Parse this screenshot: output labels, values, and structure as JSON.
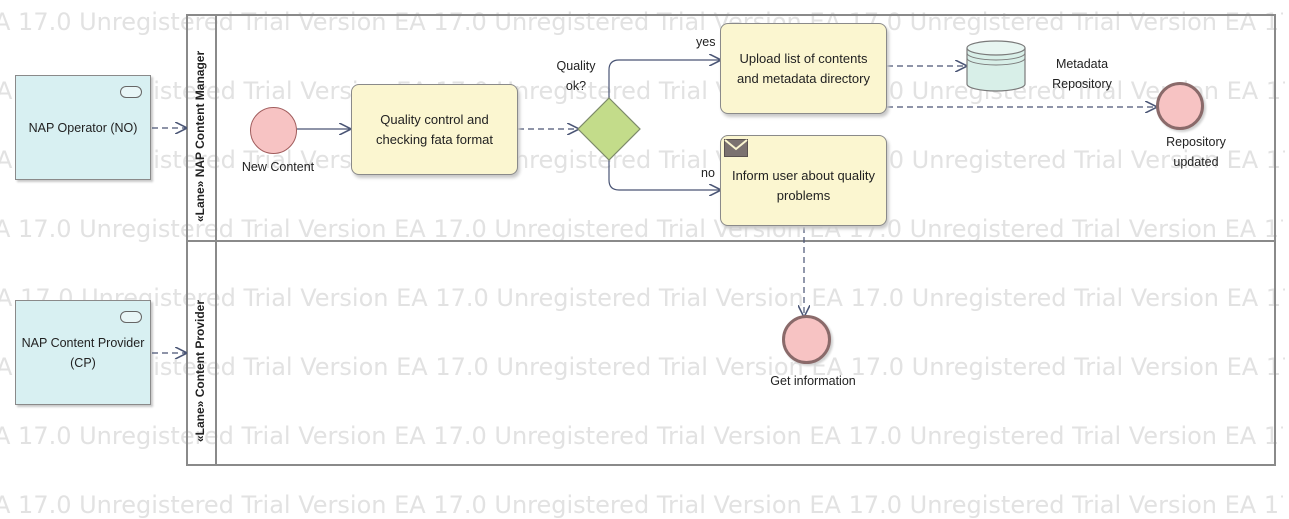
{
  "watermark": {
    "text": "A 17.0 Unregistered Trial Version EA 17.0 Unregistered Trial Version EA 17.0 Unregistered Trial Version EA 17."
  },
  "participants": {
    "operator": "NAP Operator (NO)",
    "provider": "NAP Content Provider (CP)"
  },
  "lanes": {
    "content_manager": "«Lane» NAP Content Manager",
    "content_provider": "«Lane» Content Provider"
  },
  "tasks": {
    "quality_control": "Quality control and checking fata format",
    "upload": "Upload list of contents and metadata directory",
    "inform_user": "Inform user about quality problems"
  },
  "gateway": {
    "label": "Quality ok?"
  },
  "flows": {
    "yes": "yes",
    "no": "no"
  },
  "events": {
    "new_content": "New Content",
    "repository_updated": "Repository updated",
    "get_information": "Get information"
  },
  "data_store": {
    "label": "Metadata Repository"
  },
  "colors": {
    "participant_fill": "#d8f0f2",
    "task_fill": "#fbf6d0",
    "gateway_fill": "#c3dc8a",
    "event_fill": "#f7c3c3",
    "datastore_fill": "#d8efe8",
    "line": "#4a5575",
    "watermark": "#e2e2e2"
  }
}
